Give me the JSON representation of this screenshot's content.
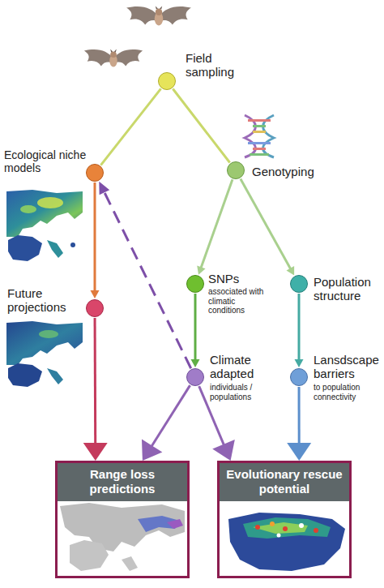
{
  "diagram": {
    "nodes": [
      {
        "text": [
          "Field sampling"
        ]
      },
      {
        "text": [
          "Ecological niche models"
        ]
      },
      {
        "text": [
          "Genotyping"
        ]
      },
      {
        "text": [
          "Future projections"
        ]
      },
      {
        "text": [
          "SNPs",
          "associated with climatic conditions"
        ]
      },
      {
        "text": [
          "Population structure"
        ]
      },
      {
        "text": [
          "Climate adapted",
          "individuals / populations"
        ]
      },
      {
        "text": [
          "Lansdscape barriers",
          "to population connectivity"
        ]
      },
      {
        "text": [
          "Range loss predictions"
        ]
      },
      {
        "text": [
          "Evolutionary rescue potential"
        ]
      }
    ],
    "edges": [
      {
        "from": 0,
        "to": 1,
        "arrow": "none"
      },
      {
        "from": 0,
        "to": 2,
        "arrow": "none"
      },
      {
        "from": 1,
        "to": 3,
        "arrow": "to"
      },
      {
        "from": 2,
        "to": 4,
        "arrow": "to"
      },
      {
        "from": 2,
        "to": 5,
        "arrow": "to"
      },
      {
        "from": 3,
        "to": 8,
        "arrow": "to"
      },
      {
        "from": 4,
        "to": 6,
        "arrow": "to"
      },
      {
        "from": 5,
        "to": 7,
        "arrow": "to"
      },
      {
        "from": 6,
        "to": 8,
        "arrow": "to"
      },
      {
        "from": 6,
        "to": 9,
        "arrow": "to"
      },
      {
        "from": 6,
        "to": 1,
        "arrow": "to"
      },
      {
        "from": 7,
        "to": 9,
        "arrow": "to"
      }
    ]
  }
}
